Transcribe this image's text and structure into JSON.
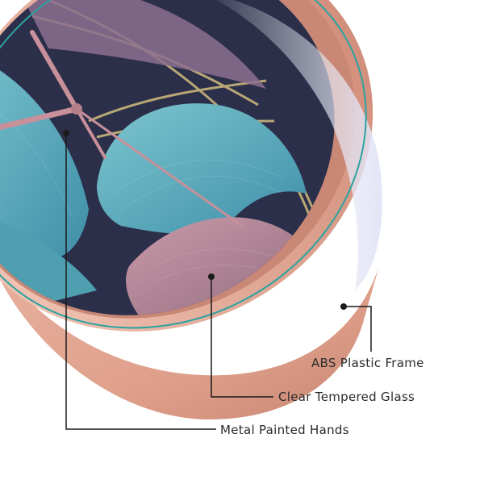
{
  "callouts": {
    "frame": "ABS Plastic Frame",
    "glass": "Clear Tempered Glass",
    "hands": "Metal Painted Hands"
  },
  "colors": {
    "frame": "#e0a08c",
    "frame_shadow": "#c98775",
    "glass_edge": "#2aa3a0",
    "leaf_teal": "#5fb3c2",
    "leaf_pink": "#b98a9a",
    "leaf_gold": "#c9b47a",
    "dial_dark": "#2b2f4a",
    "hands": "#c8909a",
    "leader_line": "#1a1a1a"
  }
}
